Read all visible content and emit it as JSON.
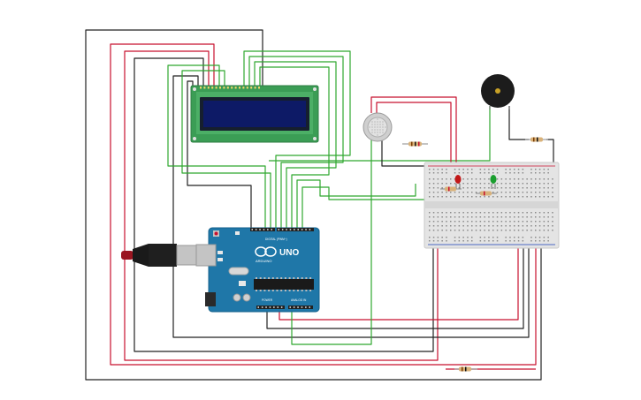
{
  "arduino": {
    "model": "UNO",
    "brand_arc": "ARDUINO",
    "digital_label": "DIGITAL (PWM~)",
    "analog_label": "ANALOG IN",
    "power_label": "POWER"
  },
  "colors": {
    "board": "#1f77a8",
    "lcd_board": "#3b9d55",
    "lcd_screen": "#0d1a66",
    "breadboard": "#e6e6e6",
    "wire_black": "#222222",
    "wire_red": "#c8102e",
    "wire_green": "#2fa82f",
    "led_red": "#c21818",
    "led_green": "#1a9e2e",
    "buzzer": "#1c1c1c",
    "sensor": "#cfcfcf"
  },
  "components": [
    {
      "icon": "arduino-board-icon"
    },
    {
      "icon": "lcd-16x2-icon"
    },
    {
      "icon": "gas-sensor-icon"
    },
    {
      "icon": "piezo-buzzer-icon"
    },
    {
      "icon": "breadboard-icon"
    },
    {
      "icon": "led-red-icon"
    },
    {
      "icon": "led-green-icon"
    },
    {
      "icon": "resistor-icon"
    },
    {
      "icon": "usb-cable-icon"
    }
  ]
}
